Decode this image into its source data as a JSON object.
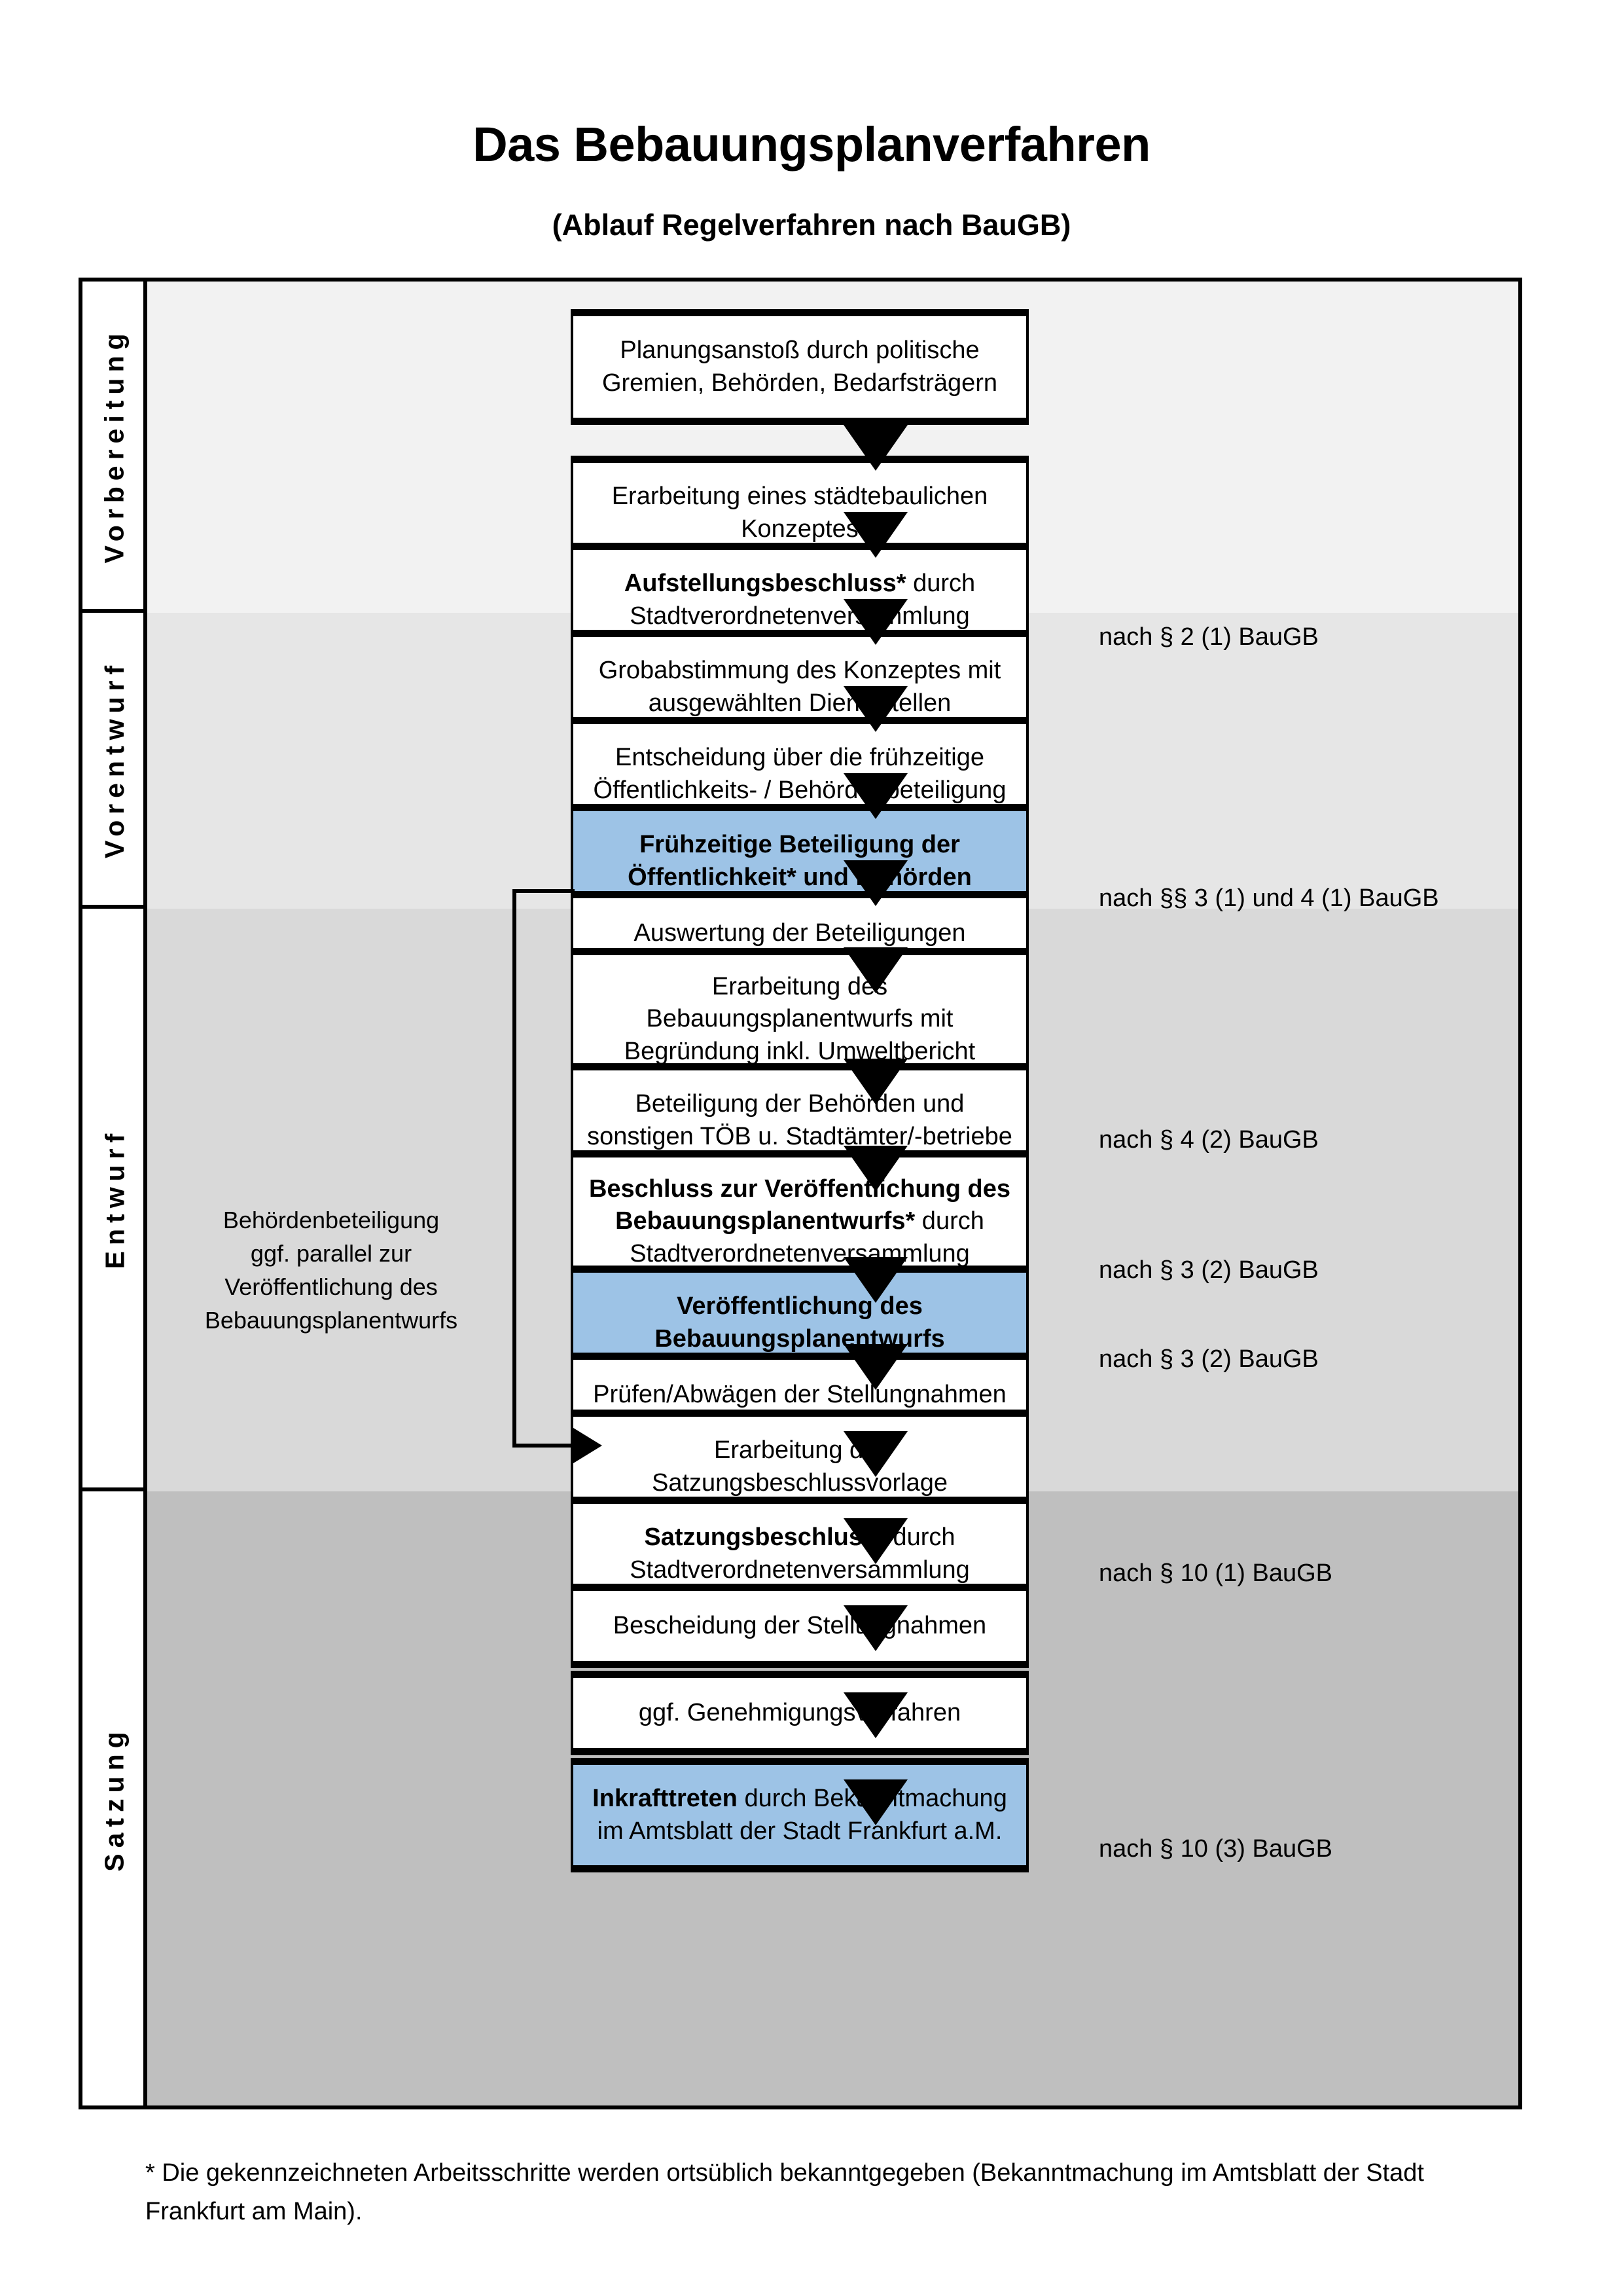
{
  "header": {
    "title": "Das Bebauungsplanverfahren",
    "subtitle": "(Ablauf Regelverfahren nach BauGB)"
  },
  "colors": {
    "highlight_blue": "#9DC3E6",
    "band_vorbereitung": "#F2F2F2",
    "band_vorentwurf": "#E6E6E6",
    "band_entwurf": "#D9D9D9",
    "band_satzung": "#BFBFBF",
    "outline": "#000000"
  },
  "phases": [
    {
      "label": "Vorbereitung",
      "background": "#F2F2F2"
    },
    {
      "label": "Vorentwurf",
      "background": "#E6E6E6"
    },
    {
      "label": "Entwurf",
      "background": "#D9D9D9"
    },
    {
      "label": "Satzung",
      "background": "#BFBFBF"
    }
  ],
  "steps": [
    {
      "id": "planungsanstoss",
      "phase": "Vorbereitung",
      "highlight": false,
      "text_plain": "Planungsanstoß durch politische Gremien, Behörden, Bedarfsträgern",
      "lines": [
        {
          "bold": "",
          "normal": "Planungsanstoß durch politische"
        },
        {
          "bold": "",
          "normal": "Gremien, Behörden, Bedarfsträgern"
        }
      ]
    },
    {
      "id": "staedtebauliches-konzept",
      "phase": "Vorbereitung",
      "highlight": false,
      "text_plain": "Erarbeitung eines städtebaulichen Konzeptes",
      "lines": [
        {
          "bold": "",
          "normal": "Erarbeitung eines städtebaulichen"
        },
        {
          "bold": "",
          "normal": "Konzeptes"
        }
      ]
    },
    {
      "id": "aufstellungsbeschluss",
      "phase": "Vorbereitung",
      "highlight": false,
      "text_plain": "Aufstellungsbeschluss* durch Stadtverordnetenversammlung",
      "lines": [
        {
          "bold": "Aufstellungsbeschluss*",
          "normal": " durch"
        },
        {
          "bold": "",
          "normal": "Stadtverordnetenversammlung"
        }
      ]
    },
    {
      "id": "grobabstimmung",
      "phase": "Vorentwurf",
      "highlight": false,
      "text_plain": "Grobabstimmung des Konzeptes mit ausgewählten Dienststellen",
      "lines": [
        {
          "bold": "",
          "normal": "Grobabstimmung des Konzeptes mit"
        },
        {
          "bold": "",
          "normal": "ausgewählten Dienststellen"
        }
      ]
    },
    {
      "id": "entscheidung-fruehzeitig",
      "phase": "Vorentwurf",
      "highlight": false,
      "text_plain": "Entscheidung über die frühzeitige Öffentlichkeits- / Behördenbeteiligung",
      "lines": [
        {
          "bold": "",
          "normal": "Entscheidung über die frühzeitige"
        },
        {
          "bold": "",
          "normal": "Öffentlichkeits- / Behördenbeteiligung"
        }
      ]
    },
    {
      "id": "fruehzeitige-beteiligung",
      "phase": "Vorentwurf",
      "highlight": true,
      "text_plain": "Frühzeitige Beteiligung der Öffentlichkeit* und Behörden",
      "lines": [
        {
          "bold": "Frühzeitige Beteiligung der",
          "normal": ""
        },
        {
          "bold": "Öffentlichkeit* und Behörden",
          "normal": ""
        }
      ]
    },
    {
      "id": "auswertung-beteiligungen",
      "phase": "Entwurf",
      "highlight": false,
      "text_plain": "Auswertung der Beteiligungen",
      "lines": [
        {
          "bold": "",
          "normal": "Auswertung der Beteiligungen"
        }
      ]
    },
    {
      "id": "erarbeitung-bplanentwurf",
      "phase": "Entwurf",
      "highlight": false,
      "text_plain": "Erarbeitung des Bebauungsplanentwurfs mit Begründung inkl. Umweltbericht",
      "lines": [
        {
          "bold": "",
          "normal": "Erarbeitung des"
        },
        {
          "bold": "",
          "normal": "Bebauungsplanentwurfs mit"
        },
        {
          "bold": "",
          "normal": "Begründung inkl. Umweltbericht"
        }
      ]
    },
    {
      "id": "beteiligung-behoerden",
      "phase": "Entwurf",
      "highlight": false,
      "text_plain": "Beteiligung der Behörden und sonstigen TÖB u. Stadtämter/-betriebe",
      "lines": [
        {
          "bold": "",
          "normal": "Beteiligung der Behörden und"
        },
        {
          "bold": "",
          "normal": "sonstigen TÖB u. Stadtämter/-betriebe"
        }
      ]
    },
    {
      "id": "beschluss-veroeffentlichung",
      "phase": "Entwurf",
      "highlight": false,
      "text_plain": "Beschluss zur Veröffentlichung des Bebauungsplanentwurfs* durch Stadtverordnetenversammlung",
      "lines": [
        {
          "bold": "Beschluss zur Veröffentlichung des",
          "normal": ""
        },
        {
          "bold": "Bebauungsplanentwurfs*",
          "normal": " durch"
        },
        {
          "bold": "",
          "normal": "Stadtverordnetenversammlung"
        }
      ]
    },
    {
      "id": "veroeffentlichung-entwurf",
      "phase": "Entwurf",
      "highlight": true,
      "text_plain": "Veröffentlichung des Bebauungsplanentwurfs",
      "lines": [
        {
          "bold": "Veröffentlichung des",
          "normal": ""
        },
        {
          "bold": "Bebauungsplanentwurfs",
          "normal": ""
        }
      ]
    },
    {
      "id": "pruefen-abwaegen",
      "phase": "Satzung",
      "highlight": false,
      "text_plain": "Prüfen/Abwägen der Stellungnahmen",
      "lines": [
        {
          "bold": "",
          "normal": "Prüfen/Abwägen der Stellungnahmen"
        }
      ]
    },
    {
      "id": "satzungsbeschlussvorlage",
      "phase": "Satzung",
      "highlight": false,
      "text_plain": "Erarbeitung der Satzungsbeschlussvorlage",
      "lines": [
        {
          "bold": "",
          "normal": "Erarbeitung der"
        },
        {
          "bold": "",
          "normal": "Satzungsbeschlussvorlage"
        }
      ]
    },
    {
      "id": "satzungsbeschluss",
      "phase": "Satzung",
      "highlight": false,
      "text_plain": "Satzungsbeschluss* durch Stadtverordnetenversammlung",
      "lines": [
        {
          "bold": "Satzungsbeschluss*",
          "normal": " durch"
        },
        {
          "bold": "",
          "normal": "Stadtverordnetenversammlung"
        }
      ]
    },
    {
      "id": "bescheidung-stellungnahmen",
      "phase": "Satzung",
      "highlight": false,
      "text_plain": "Bescheidung der Stellungnahmen",
      "lines": [
        {
          "bold": "",
          "normal": "Bescheidung der Stellungnahmen"
        }
      ]
    },
    {
      "id": "genehmigungsverfahren",
      "phase": "Satzung",
      "highlight": false,
      "text_plain": "ggf. Genehmigungsverfahren",
      "lines": [
        {
          "bold": "",
          "normal": "ggf. Genehmigungsverfahren"
        }
      ]
    },
    {
      "id": "inkrafttreten",
      "phase": "Satzung",
      "highlight": true,
      "text_plain": "Inkrafttreten durch Bekanntmachung im Amtsblatt der Stadt Frankfurt a.M.",
      "lines": [
        {
          "bold": "Inkrafttreten",
          "normal": " durch Bekanntmachung"
        },
        {
          "bold": "",
          "normal": "im Amtsblatt der Stadt Frankfurt a.M."
        }
      ]
    }
  ],
  "references": [
    {
      "for": "aufstellungsbeschluss",
      "text": "nach § 2 (1) BauGB"
    },
    {
      "for": "fruehzeitige-beteiligung",
      "text": "nach §§ 3 (1) und 4 (1) BauGB"
    },
    {
      "for": "beteiligung-behoerden",
      "text": "nach § 4 (2) BauGB"
    },
    {
      "for": "beschluss-veroeffentlichung",
      "text": "nach § 3 (2) BauGB"
    },
    {
      "for": "veroeffentlichung-entwurf",
      "text": "nach § 3 (2) BauGB"
    },
    {
      "for": "satzungsbeschluss",
      "text": "nach § 10 (1) BauGB"
    },
    {
      "for": "inkrafttreten",
      "text": "nach § 10 (3) BauGB"
    }
  ],
  "sidenote": {
    "text": "Behördenbeteiligung\nggf. parallel zur\nVeröffentlichung des\nBebauungsplanentwurfs"
  },
  "footnote": {
    "text": "* Die gekennzeichneten Arbeitsschritte werden ortsüblich bekanntgegeben (Bekanntmachung im Amtsblatt  der Stadt Frankfurt am Main)."
  }
}
